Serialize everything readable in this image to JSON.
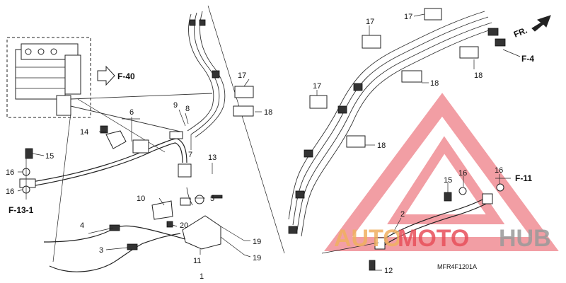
{
  "diagram": {
    "part_code": "MFR4F1201A",
    "direction_label": "FR.",
    "refs": {
      "f40": "F-40",
      "f4": "F-4",
      "f11": "F-11",
      "f131": "F-13-1"
    },
    "callouts": {
      "c1": "1",
      "c2": "2",
      "c3": "3",
      "c4": "4",
      "c5": "5",
      "c6": "6",
      "c7": "7",
      "c8": "8",
      "c9": "9",
      "c10": "10",
      "c11": "11",
      "c12": "12",
      "c13": "13",
      "c14": "14",
      "c15a": "15",
      "c15b": "15",
      "c16a": "16",
      "c16b": "16",
      "c16c": "16",
      "c16d": "16",
      "c17a": "17",
      "c17b": "17",
      "c17c": "17",
      "c17d": "17",
      "c18a": "18",
      "c18b": "18",
      "c18c": "18",
      "c18d": "18",
      "c19a": "19",
      "c19b": "19",
      "c20": "20"
    },
    "watermark": {
      "word_auto": "AUTO",
      "word_moto": "MOTO",
      "word_hub": "HUB",
      "color_red": "#e8505b",
      "color_orange": "#f0b060",
      "color_gray": "#9a9a9a"
    }
  }
}
